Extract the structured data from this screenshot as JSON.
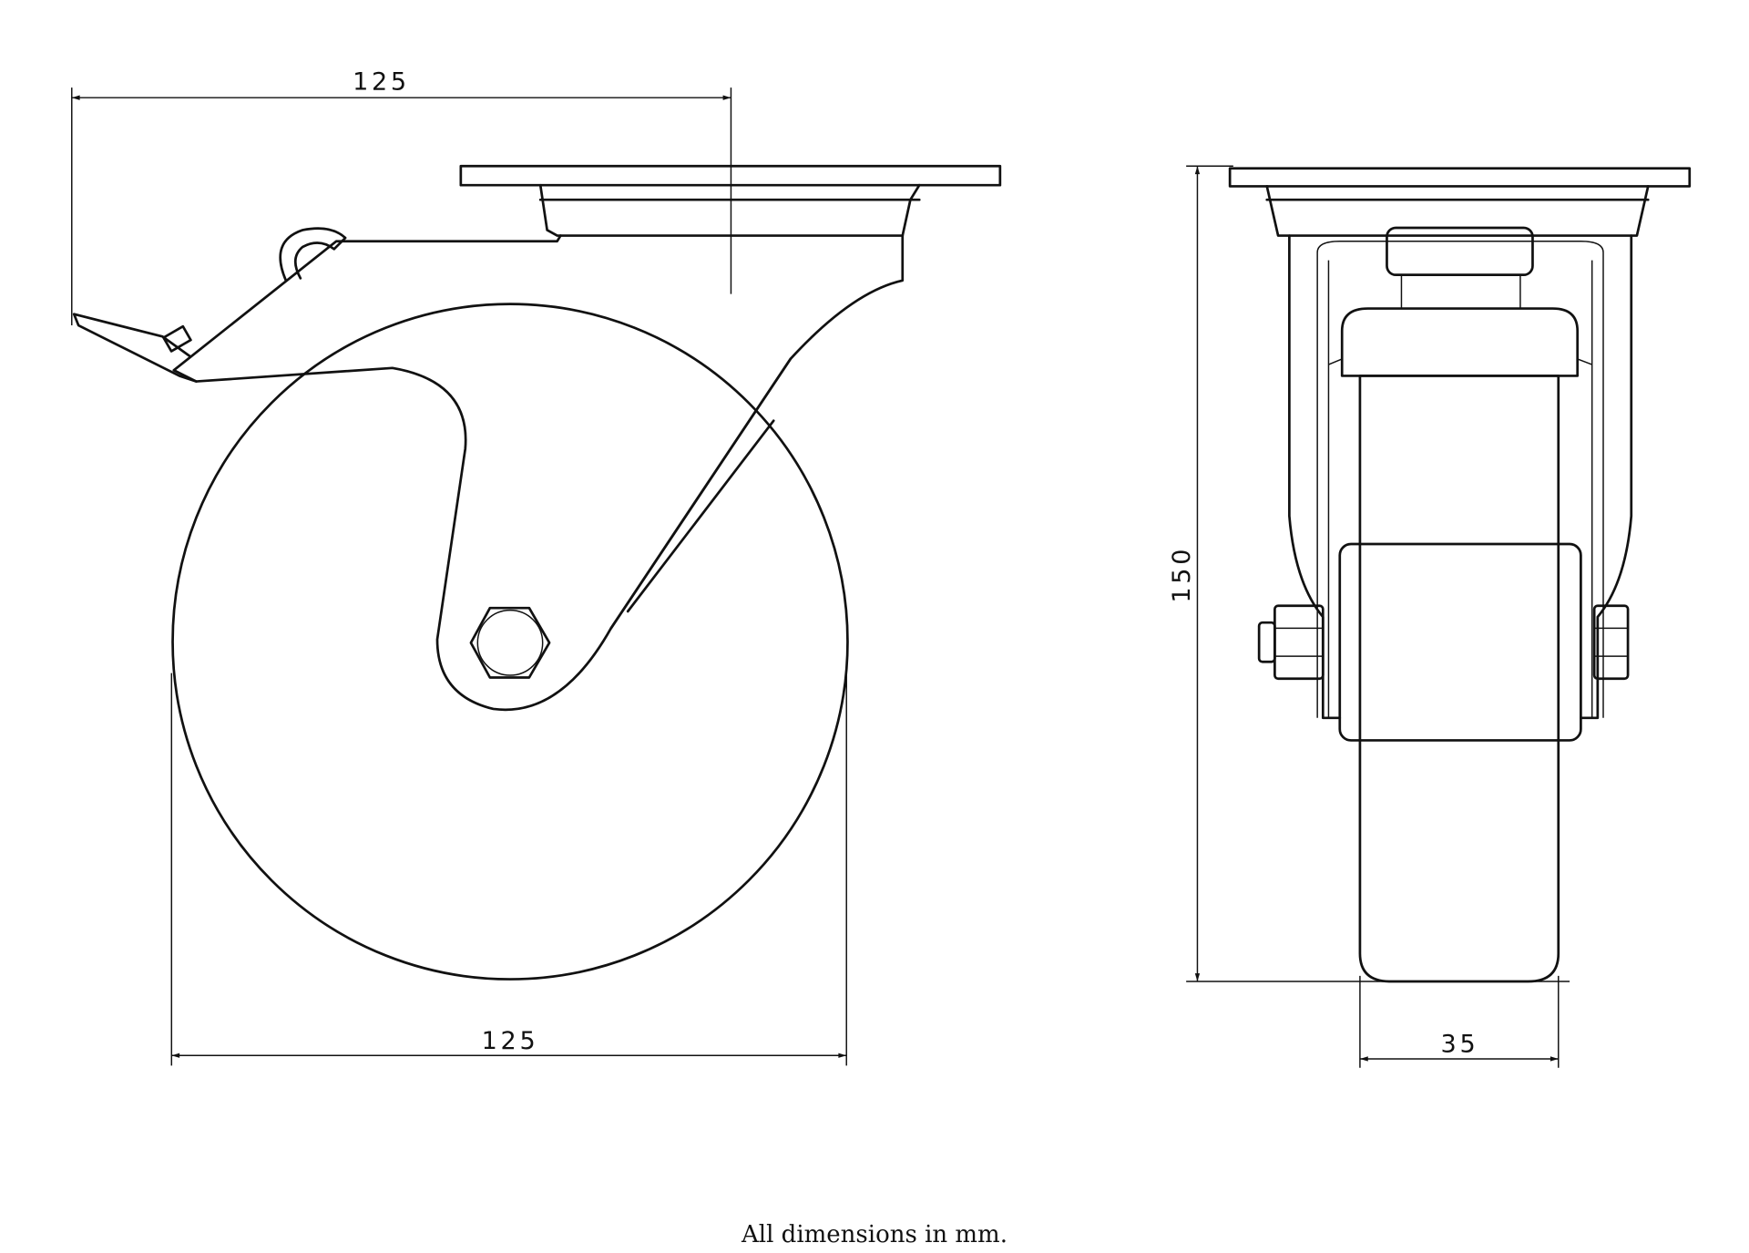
{
  "dimensions": {
    "top_width": "125",
    "wheel_diameter": "125",
    "overall_height": "150",
    "wheel_width": "35"
  },
  "caption": "All dimensions in mm."
}
